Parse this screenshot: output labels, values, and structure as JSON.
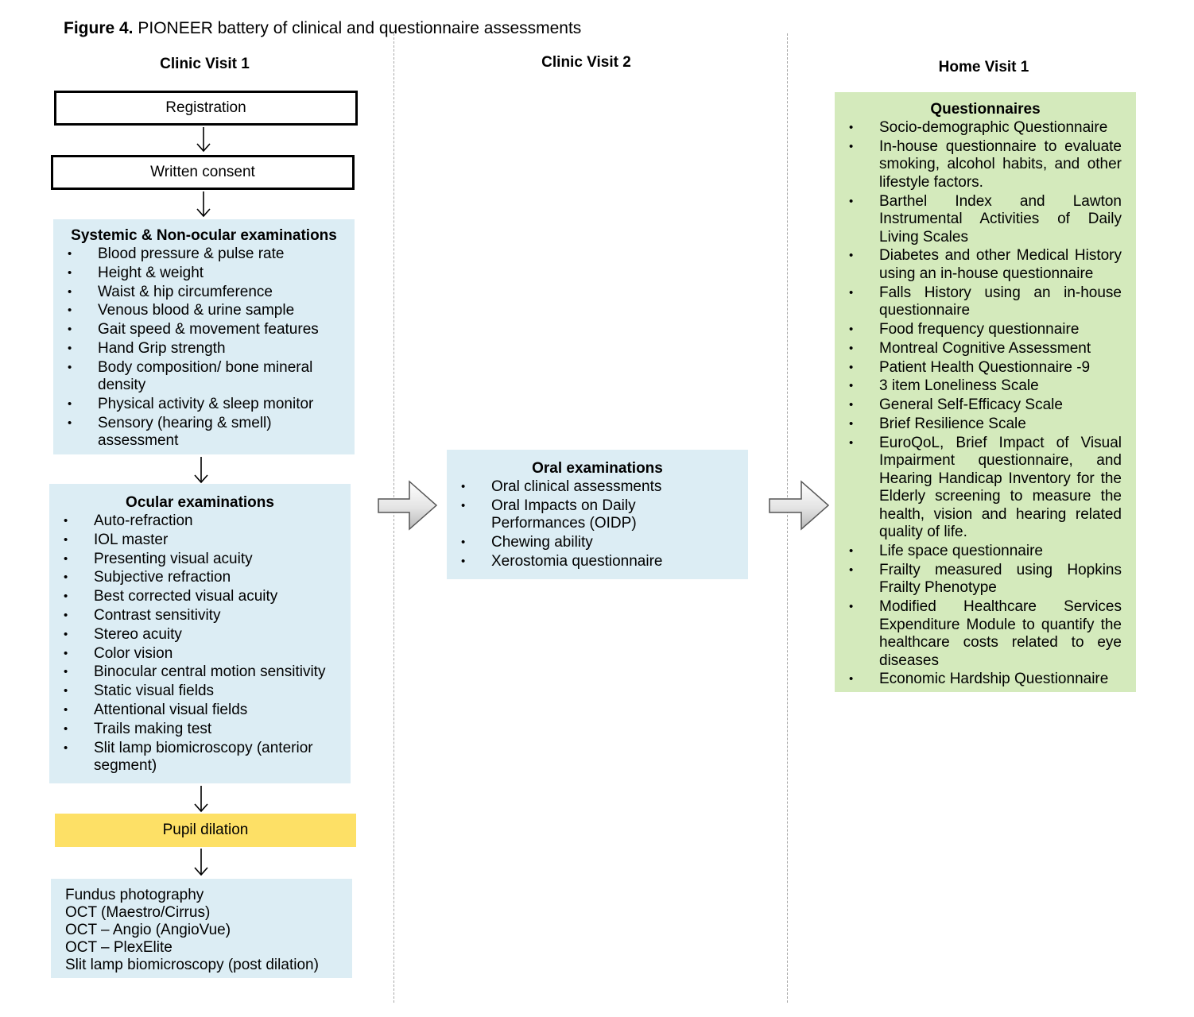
{
  "figure": {
    "label": "Figure 4.",
    "title": "PIONEER battery of clinical and questionnaire assessments"
  },
  "columns": {
    "clinic_visit_1": "Clinic Visit 1",
    "clinic_visit_2": "Clinic Visit 2",
    "home_visit_1": "Home Visit 1"
  },
  "clinic_visit_1": {
    "registration": "Registration",
    "written_consent": "Written consent",
    "systemic": {
      "title": "Systemic & Non-ocular examinations",
      "items": [
        "Blood pressure & pulse rate",
        "Height & weight",
        "Waist & hip circumference",
        "Venous blood & urine sample",
        "Gait speed & movement features",
        "Hand Grip strength",
        "Body composition/ bone mineral density",
        "Physical activity & sleep monitor",
        "Sensory (hearing & smell) assessment"
      ]
    },
    "ocular": {
      "title": "Ocular examinations",
      "items": [
        "Auto-refraction",
        "IOL master",
        "Presenting visual acuity",
        "Subjective refraction",
        "Best corrected visual acuity",
        "Contrast sensitivity",
        "Stereo acuity",
        "Color vision",
        "Binocular central motion sensitivity",
        "Static visual fields",
        "Attentional visual fields",
        "Trails making test",
        "Slit lamp biomicroscopy (anterior segment)"
      ]
    },
    "pupil_dilation": "Pupil dilation",
    "post_dilation": {
      "items": [
        "Fundus photography",
        "OCT (Maestro/Cirrus)",
        "OCT – Angio (AngioVue)",
        "OCT – PlexElite",
        "Slit lamp biomicroscopy (post dilation)"
      ]
    }
  },
  "clinic_visit_2": {
    "oral": {
      "title": "Oral examinations",
      "items": [
        "Oral clinical assessments",
        "Oral Impacts on Daily Performances (OIDP)",
        "Chewing ability",
        "Xerostomia questionnaire"
      ]
    }
  },
  "home_visit_1": {
    "questionnaires": {
      "title": "Questionnaires",
      "items": [
        "Socio-demographic Questionnaire",
        "In-house questionnaire to evaluate smoking, alcohol habits, and other lifestyle factors.",
        "Barthel Index and Lawton Instrumental Activities of Daily Living Scales",
        "Diabetes and other Medical History using an in-house questionnaire",
        "Falls History using an in-house questionnaire",
        "Food frequency questionnaire",
        "Montreal Cognitive Assessment",
        "Patient Health Questionnaire -9",
        "3 item Loneliness Scale",
        "General Self-Efficacy Scale",
        "Brief Resilience Scale",
        "EuroQoL, Brief Impact of Visual Impairment questionnaire, and Hearing Handicap Inventory for the Elderly screening to measure the health, vision and hearing related quality of life.",
        "Life space questionnaire",
        "Frailty measured using Hopkins Frailty Phenotype",
        "Modified Healthcare Services Expenditure Module to quantify the healthcare costs related to eye diseases",
        "Economic Hardship Questionnaire"
      ]
    }
  },
  "colors": {
    "blue_box": "#dcedf4",
    "green_box": "#d4eabc",
    "yellow_box": "#fde066",
    "divider": "#a9a9a9"
  }
}
